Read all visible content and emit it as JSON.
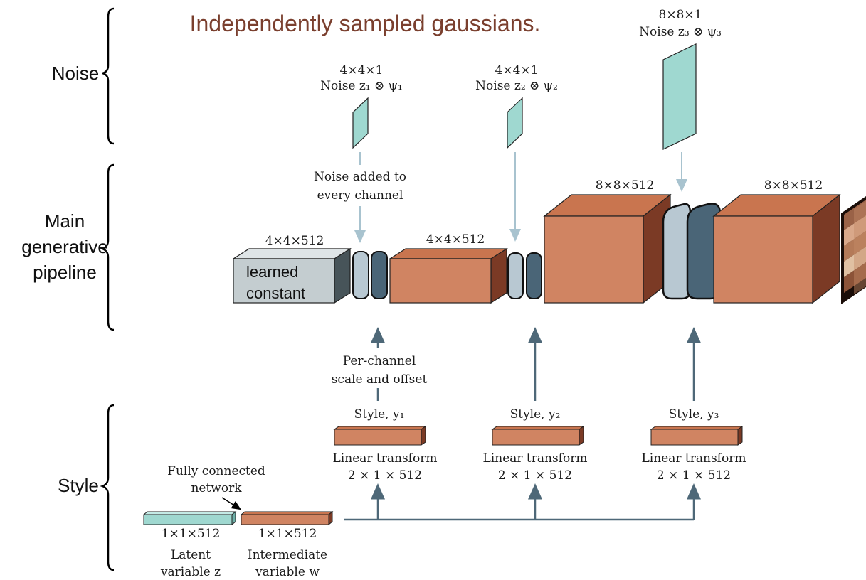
{
  "title": "Independently sampled gaussians.",
  "sections": {
    "noise": "Noise",
    "main": [
      "Main",
      "generative",
      "pipeline"
    ],
    "style": "Style"
  },
  "noise_inputs": [
    {
      "dims": "4×4×1",
      "label": "Noise z₁ ⊗ ψ₁"
    },
    {
      "dims": "4×4×1",
      "label": "Noise z₂ ⊗ ψ₂"
    },
    {
      "dims": "8×8×1",
      "label": "Noise z₃ ⊗ ψ₃"
    }
  ],
  "noise_note": [
    "Noise added to",
    "every channel"
  ],
  "pipeline": {
    "constant_label": [
      "learned",
      "constant"
    ],
    "dims": [
      "4×4×512",
      "4×4×512",
      "8×8×512",
      "8×8×512"
    ]
  },
  "style_note": [
    "Per-channel",
    "scale and offset"
  ],
  "styles": [
    {
      "label": "Style, y₁",
      "transform": "Linear transform",
      "dims": "2 × 1 × 512"
    },
    {
      "label": "Style, y₂",
      "transform": "Linear transform",
      "dims": "2 × 1 × 512"
    },
    {
      "label": "Style, y₃",
      "transform": "Linear transform",
      "dims": "2 × 1 × 512"
    }
  ],
  "mapping": {
    "fc_label": [
      "Fully connected",
      "network"
    ],
    "latent": {
      "dims": "1×1×512",
      "label": [
        "Latent",
        "variable z"
      ]
    },
    "intermediate": {
      "dims": "1×1×512",
      "label": [
        "Intermediate",
        "variable w"
      ]
    }
  },
  "colors": {
    "title": "#7a3f2e",
    "salmon": "#d08462",
    "teal": "#9fd8d0",
    "grey_block": "#c4cdd0",
    "light_slab": "#b8c8d2",
    "dark_slab": "#4a6577",
    "arrow": "#4e6878"
  }
}
